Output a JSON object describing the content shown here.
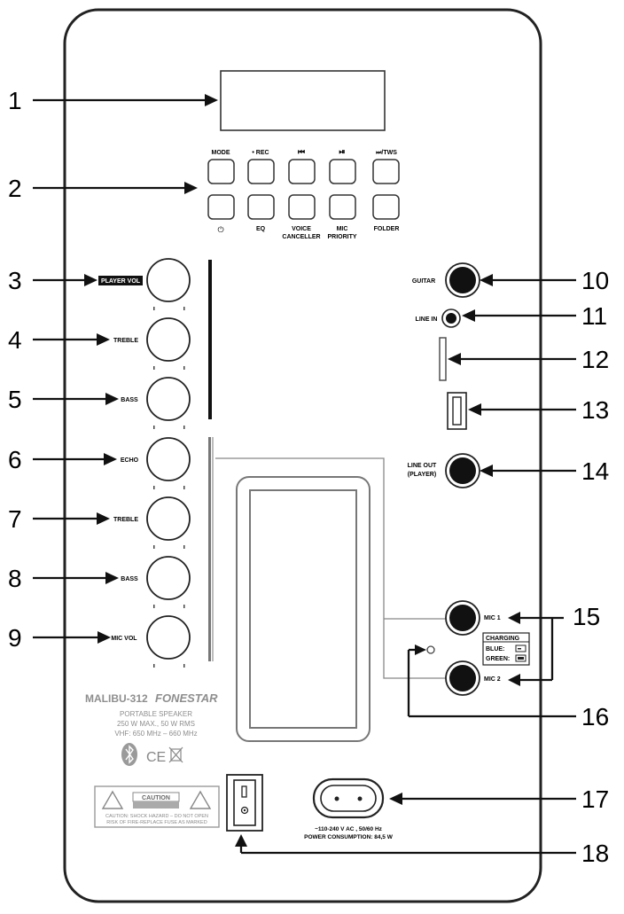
{
  "callouts": [
    "1",
    "2",
    "3",
    "4",
    "5",
    "6",
    "7",
    "8",
    "9",
    "10",
    "11",
    "12",
    "13",
    "14",
    "15",
    "16",
    "17",
    "18"
  ],
  "buttons": {
    "top": [
      "MODE",
      "• REC",
      "⏮",
      "⏯",
      "⏭/TWS"
    ],
    "bottom": [
      "⏻",
      "EQ",
      "VOICE",
      "MIC",
      "FOLDER"
    ],
    "bottom_line2": [
      "",
      "",
      "CANCELLER",
      "PRIORITY",
      ""
    ]
  },
  "knobs": [
    "PLAYER VOL",
    "TREBLE",
    "BASS",
    "ECHO",
    "TREBLE",
    "BASS",
    "MIC VOL"
  ],
  "jacks": {
    "guitar": "GUITAR",
    "line_in": "LINE IN",
    "line_out_1": "LINE OUT",
    "line_out_2": "(PLAYER)",
    "mic1": "MIC 1",
    "mic2": "MIC 2"
  },
  "charging": {
    "title": "CHARGING",
    "blue": "BLUE:",
    "green": "GREEN:"
  },
  "branding": {
    "model": "MALIBU-312",
    "brand": "FONESTAR",
    "line1": "PORTABLE SPEAKER",
    "line2": "250 W MAX., 50 W RMS",
    "line3": "VHF: 650 MHz – 660 MHz",
    "ce": "CE"
  },
  "caution": {
    "title": "CAUTION",
    "line1": "CAUTION: SHOCK HAZARD – DO NOT OPEN",
    "line2": "RISK OF FIRE-REPLACE FUSE AS MARKED"
  },
  "power": {
    "line1": "~110-240 V AC , 50/60 Hz",
    "line2": "POWER CONSUMPTION: 84,5 W"
  },
  "colors": {
    "ink": "#111111",
    "panel": "#ffffff",
    "gray": "#9a9a9a"
  }
}
